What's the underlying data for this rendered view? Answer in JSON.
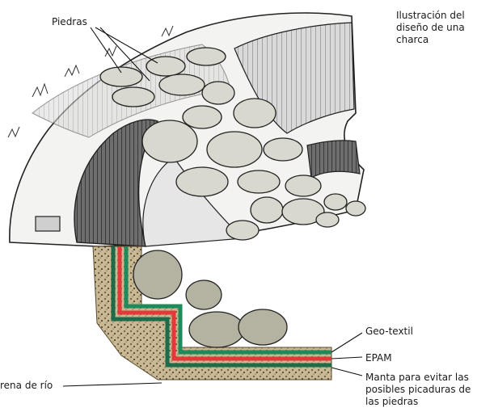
{
  "title": "Ilustración del diseño de una charca",
  "labels": {
    "piedras": "Piedras",
    "geotextil": "Geo-textil",
    "epam": "EPAM",
    "manta": "Manta para evitar las posibles picaduras de las piedras",
    "arena": "rena de río"
  },
  "colors": {
    "geotextil": "#1f8a5a",
    "epam": "#e23a3a",
    "manta": "#1d6b4a",
    "soil": "#6b5a3a",
    "stone": "#cfcfc4",
    "liner_dark": "#3a3a3a"
  }
}
